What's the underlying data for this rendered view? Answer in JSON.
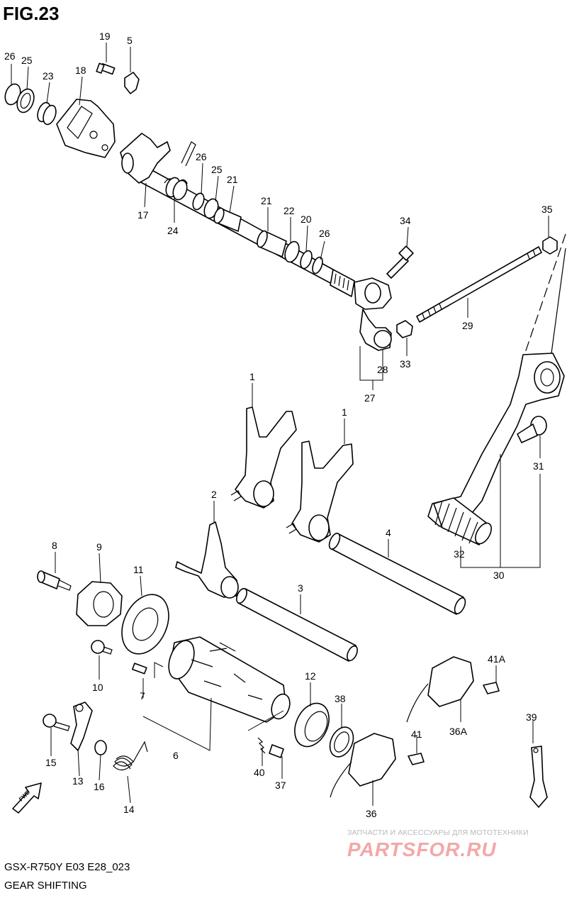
{
  "figure": {
    "title": "FIG.23",
    "model_code": "GSX-R750Y E03 E28_023",
    "section_name": "GEAR SHIFTING",
    "fwd_label": "FWD"
  },
  "watermark": {
    "tagline": "ЗАПЧАСТИ И АКСЕССУАРЫ ДЛЯ МОТОТЕХНИКИ",
    "brand": "PARTSFOR.RU"
  },
  "callouts": [
    {
      "id": "c26a",
      "label": "26"
    },
    {
      "id": "c25a",
      "label": "25"
    },
    {
      "id": "c23",
      "label": "23"
    },
    {
      "id": "c18",
      "label": "18"
    },
    {
      "id": "c19",
      "label": "19"
    },
    {
      "id": "c5",
      "label": "5"
    },
    {
      "id": "c17",
      "label": "17"
    },
    {
      "id": "c24",
      "label": "24"
    },
    {
      "id": "c26b",
      "label": "26"
    },
    {
      "id": "c25b",
      "label": "25"
    },
    {
      "id": "c21a",
      "label": "21"
    },
    {
      "id": "c21b",
      "label": "21"
    },
    {
      "id": "c22",
      "label": "22"
    },
    {
      "id": "c20",
      "label": "20"
    },
    {
      "id": "c26c",
      "label": "26"
    },
    {
      "id": "c34",
      "label": "34"
    },
    {
      "id": "c35",
      "label": "35"
    },
    {
      "id": "c29",
      "label": "29"
    },
    {
      "id": "c33",
      "label": "33"
    },
    {
      "id": "c28",
      "label": "28"
    },
    {
      "id": "c27",
      "label": "27"
    },
    {
      "id": "c1a",
      "label": "1"
    },
    {
      "id": "c1b",
      "label": "1"
    },
    {
      "id": "c31",
      "label": "31"
    },
    {
      "id": "c2",
      "label": "2"
    },
    {
      "id": "c4",
      "label": "4"
    },
    {
      "id": "c32",
      "label": "32"
    },
    {
      "id": "c30",
      "label": "30"
    },
    {
      "id": "c8",
      "label": "8"
    },
    {
      "id": "c9",
      "label": "9"
    },
    {
      "id": "c11",
      "label": "11"
    },
    {
      "id": "c3",
      "label": "3"
    },
    {
      "id": "c10",
      "label": "10"
    },
    {
      "id": "c7",
      "label": "7"
    },
    {
      "id": "c12",
      "label": "12"
    },
    {
      "id": "c38",
      "label": "38"
    },
    {
      "id": "c41a",
      "label": "41A"
    },
    {
      "id": "c39",
      "label": "39"
    },
    {
      "id": "c15",
      "label": "15"
    },
    {
      "id": "c13",
      "label": "13"
    },
    {
      "id": "c16",
      "label": "16"
    },
    {
      "id": "c14",
      "label": "14"
    },
    {
      "id": "c6",
      "label": "6"
    },
    {
      "id": "c40",
      "label": "40"
    },
    {
      "id": "c37",
      "label": "37"
    },
    {
      "id": "c41",
      "label": "41"
    },
    {
      "id": "c36a",
      "label": "36A"
    },
    {
      "id": "c36",
      "label": "36"
    }
  ]
}
